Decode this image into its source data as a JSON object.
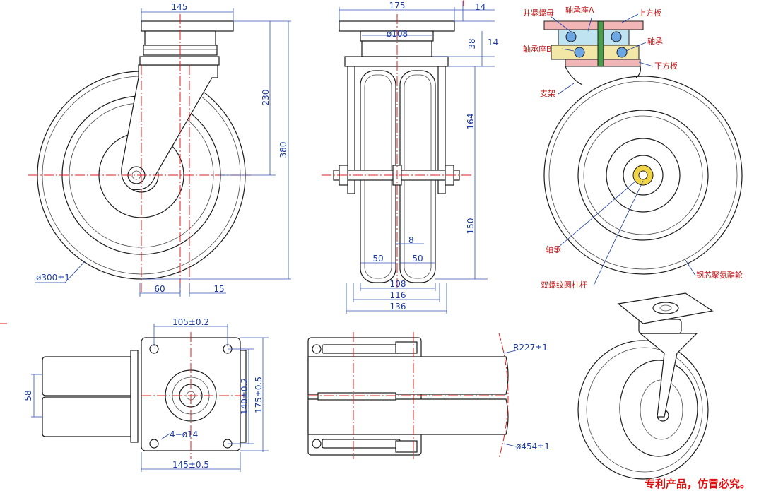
{
  "dims": {
    "front_top_width": "145",
    "front_height_230": "230",
    "front_height_380": "380",
    "front_diameter": "ø300±1",
    "front_offset_60": "60",
    "front_offset_15": "15",
    "side_top_width": "175",
    "side_collar_diameter": "ø108",
    "side_38": "38",
    "side_14a": "14",
    "side_14b": "14",
    "side_164": "164",
    "side_150": "150",
    "side_8": "8",
    "side_50a": "50",
    "side_50b": "50",
    "side_108": "108",
    "side_116": "116",
    "side_136": "136",
    "top_105": "105±0.2",
    "top_58": "58",
    "top_140": "140±0.2",
    "top_175": "175±0.5",
    "top_holes": "4−ø14",
    "top_145": "145±0.5",
    "swivel_radius": "R227±1",
    "swivel_diameter": "ø454±1"
  },
  "labels": {
    "lock_nut": "并紧螺母",
    "bearing_seat_a": "轴承座A",
    "upper_plate": "上方板",
    "bearing_top": "轴承",
    "bearing_seat_b": "轴承座B",
    "lower_plate": "下方板",
    "bracket": "支架",
    "bearing_hub": "轴承",
    "double_thread_rod": "双螺纹圆柱杆",
    "wheel_material": "钢芯聚氨酯轮"
  },
  "notice": "专利产品，仿冒必究。",
  "colors": {
    "centerline": "#e21b1b",
    "dimension": "#1a3aa0",
    "outline": "#1c1c1c",
    "callout": "#c01818"
  }
}
